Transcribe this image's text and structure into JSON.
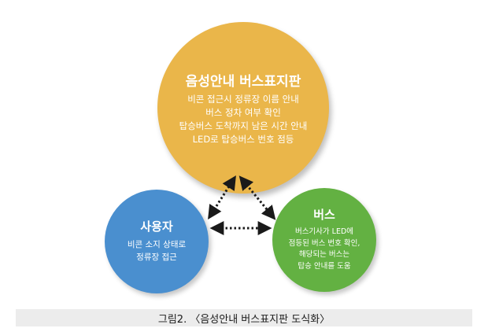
{
  "nodes": {
    "top": {
      "title": "음성안내 버스표지판",
      "lines": [
        "비콘 접근시 정류장 이름 안내",
        "버스 정차 여부 확인",
        "탑승버스 도착까지 남은 시간 안내",
        "LED로 탑승버스 번호 점등"
      ],
      "color": "#eab64a"
    },
    "left": {
      "title": "사용자",
      "lines": [
        "비콘 소지 상태로",
        "정류장 접근"
      ],
      "color": "#4a8fcf"
    },
    "right": {
      "title": "버스",
      "lines": [
        "버스기사가 LED에",
        "점등된 버스 번호 확인,",
        "해당되는 버스는",
        "탑승 안내를 도움"
      ],
      "color": "#63b142"
    }
  },
  "caption": "그림2. 〈음성안내 버스표지판 도식화〉"
}
